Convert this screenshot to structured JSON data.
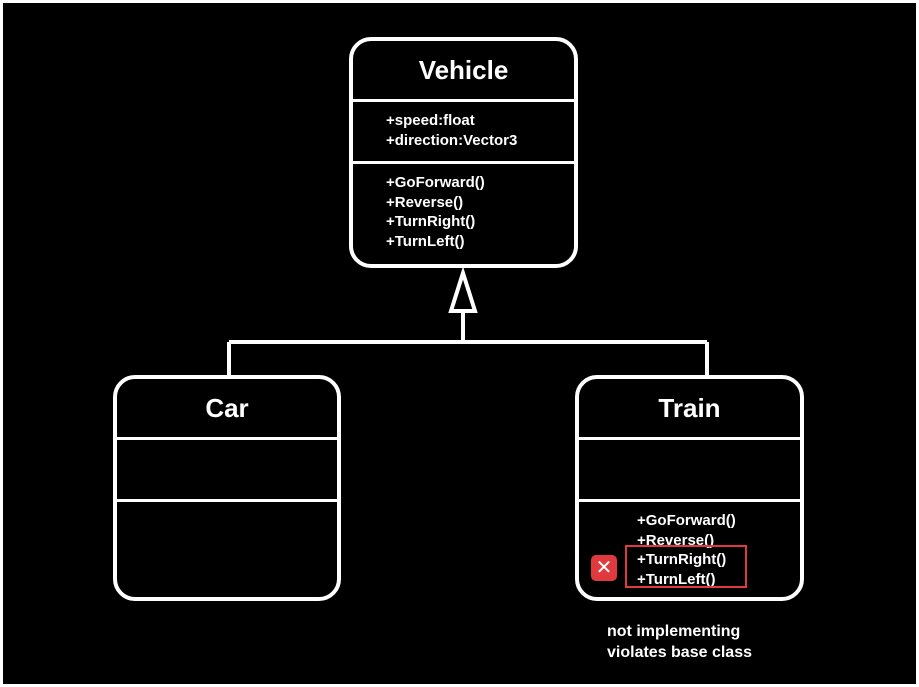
{
  "diagram": {
    "colors": {
      "background": "#000000",
      "stroke": "#ffffff",
      "violation": "#e03a3e"
    },
    "base_class": {
      "name": "Vehicle",
      "attributes": [
        "+speed:float",
        "+direction:Vector3"
      ],
      "methods": [
        "+GoForward()",
        "+Reverse()",
        "+TurnRight()",
        "+TurnLeft()"
      ]
    },
    "subclasses": [
      {
        "name": "Car",
        "attributes": [],
        "methods": []
      },
      {
        "name": "Train",
        "attributes": [],
        "methods": [
          "+GoForward()",
          "+Reverse()",
          "+TurnRight()",
          "+TurnLeft()"
        ],
        "violating_methods": [
          "+TurnRight()",
          "+TurnLeft()"
        ]
      }
    ],
    "relationship": "inheritance",
    "violation_marker": {
      "icon": "x-mark-icon",
      "glyph": "✕"
    },
    "note": {
      "lines": [
        "not implementing",
        "violates base class"
      ]
    }
  }
}
